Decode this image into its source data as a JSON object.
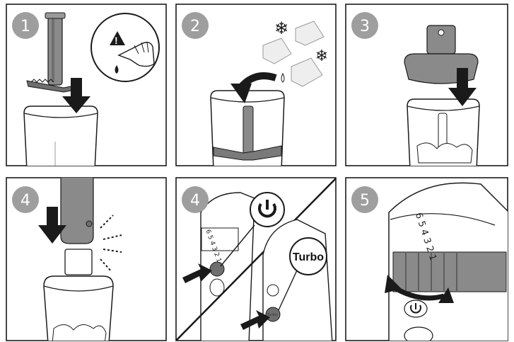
{
  "steps": [
    {
      "number": "1"
    },
    {
      "number": "2"
    },
    {
      "number": "3"
    },
    {
      "number": "4"
    },
    {
      "number": "4"
    },
    {
      "number": "5"
    }
  ],
  "labels": {
    "turbo": "Turbo",
    "dial_small": "6 5 4 3 2 1",
    "dial_large": "6 5 4 3 2 1",
    "turbo_button_small": "Turbo"
  },
  "icons": [
    "warning-icon",
    "hand-icon",
    "snowflake-icon",
    "ice-cube-icon",
    "power-icon",
    "arrow-down-icon",
    "rotate-arrow-icon"
  ],
  "colors": {
    "badge": "#9e9e9e",
    "line": "#1a1a1a",
    "handle": "#7a7a7a",
    "panel_border": "#1a1a1a"
  }
}
